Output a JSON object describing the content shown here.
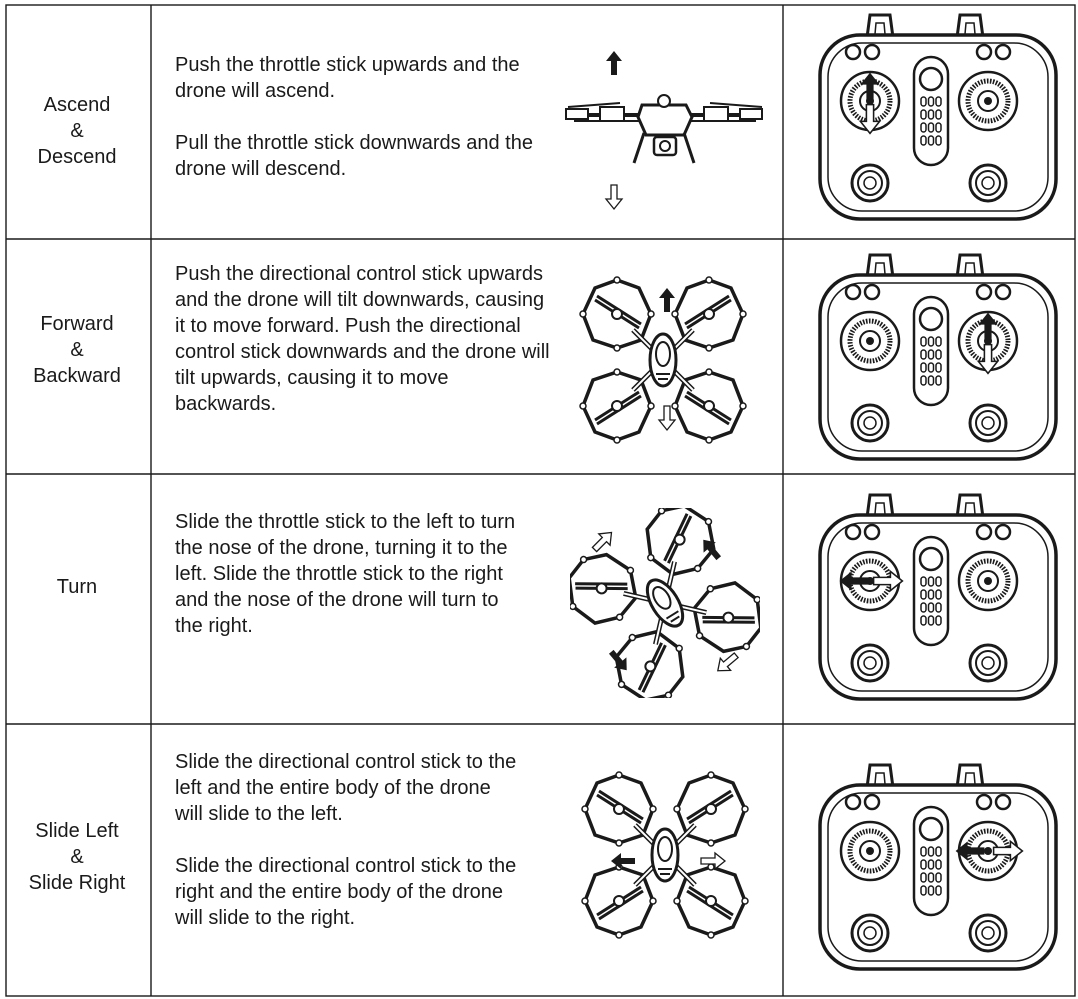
{
  "rows": [
    {
      "label": [
        "Ascend",
        "&",
        "Descend"
      ],
      "desc": [
        "Push the throttle stick upwards and the drone will ascend.",
        "Pull the throttle stick downwards and the drone will descend."
      ]
    },
    {
      "label": [
        "Forward",
        "&",
        "Backward"
      ],
      "desc": [
        "Push the directional control stick upwards and the drone will tilt downwards, causing it to move forward. Push the directional control stick downwards and the drone will tilt upwards, causing it to move backwards."
      ]
    },
    {
      "label": [
        "Turn"
      ],
      "desc": [
        "Slide the throttle stick to the left to turn the nose of the drone, turning it to the left.  Slide the throttle stick to the right and the nose of the drone will turn to the right."
      ]
    },
    {
      "label": [
        "Slide Left",
        "&",
        "Slide Right"
      ],
      "desc": [
        "Slide the directional control stick to the left and the entire body of the drone will slide to the left.",
        "Slide the directional control stick to the right and the entire body of the drone will slide to the right."
      ]
    }
  ],
  "icons": {
    "drone_side": "drone-side-view-icon",
    "drone_top": "drone-top-view-icon",
    "remote": "remote-controller-icon",
    "arrow_solid": "solid-arrow-icon",
    "arrow_outline": "outline-arrow-icon"
  },
  "colors": {
    "ink": "#1a1a1a",
    "paper": "#ffffff"
  }
}
